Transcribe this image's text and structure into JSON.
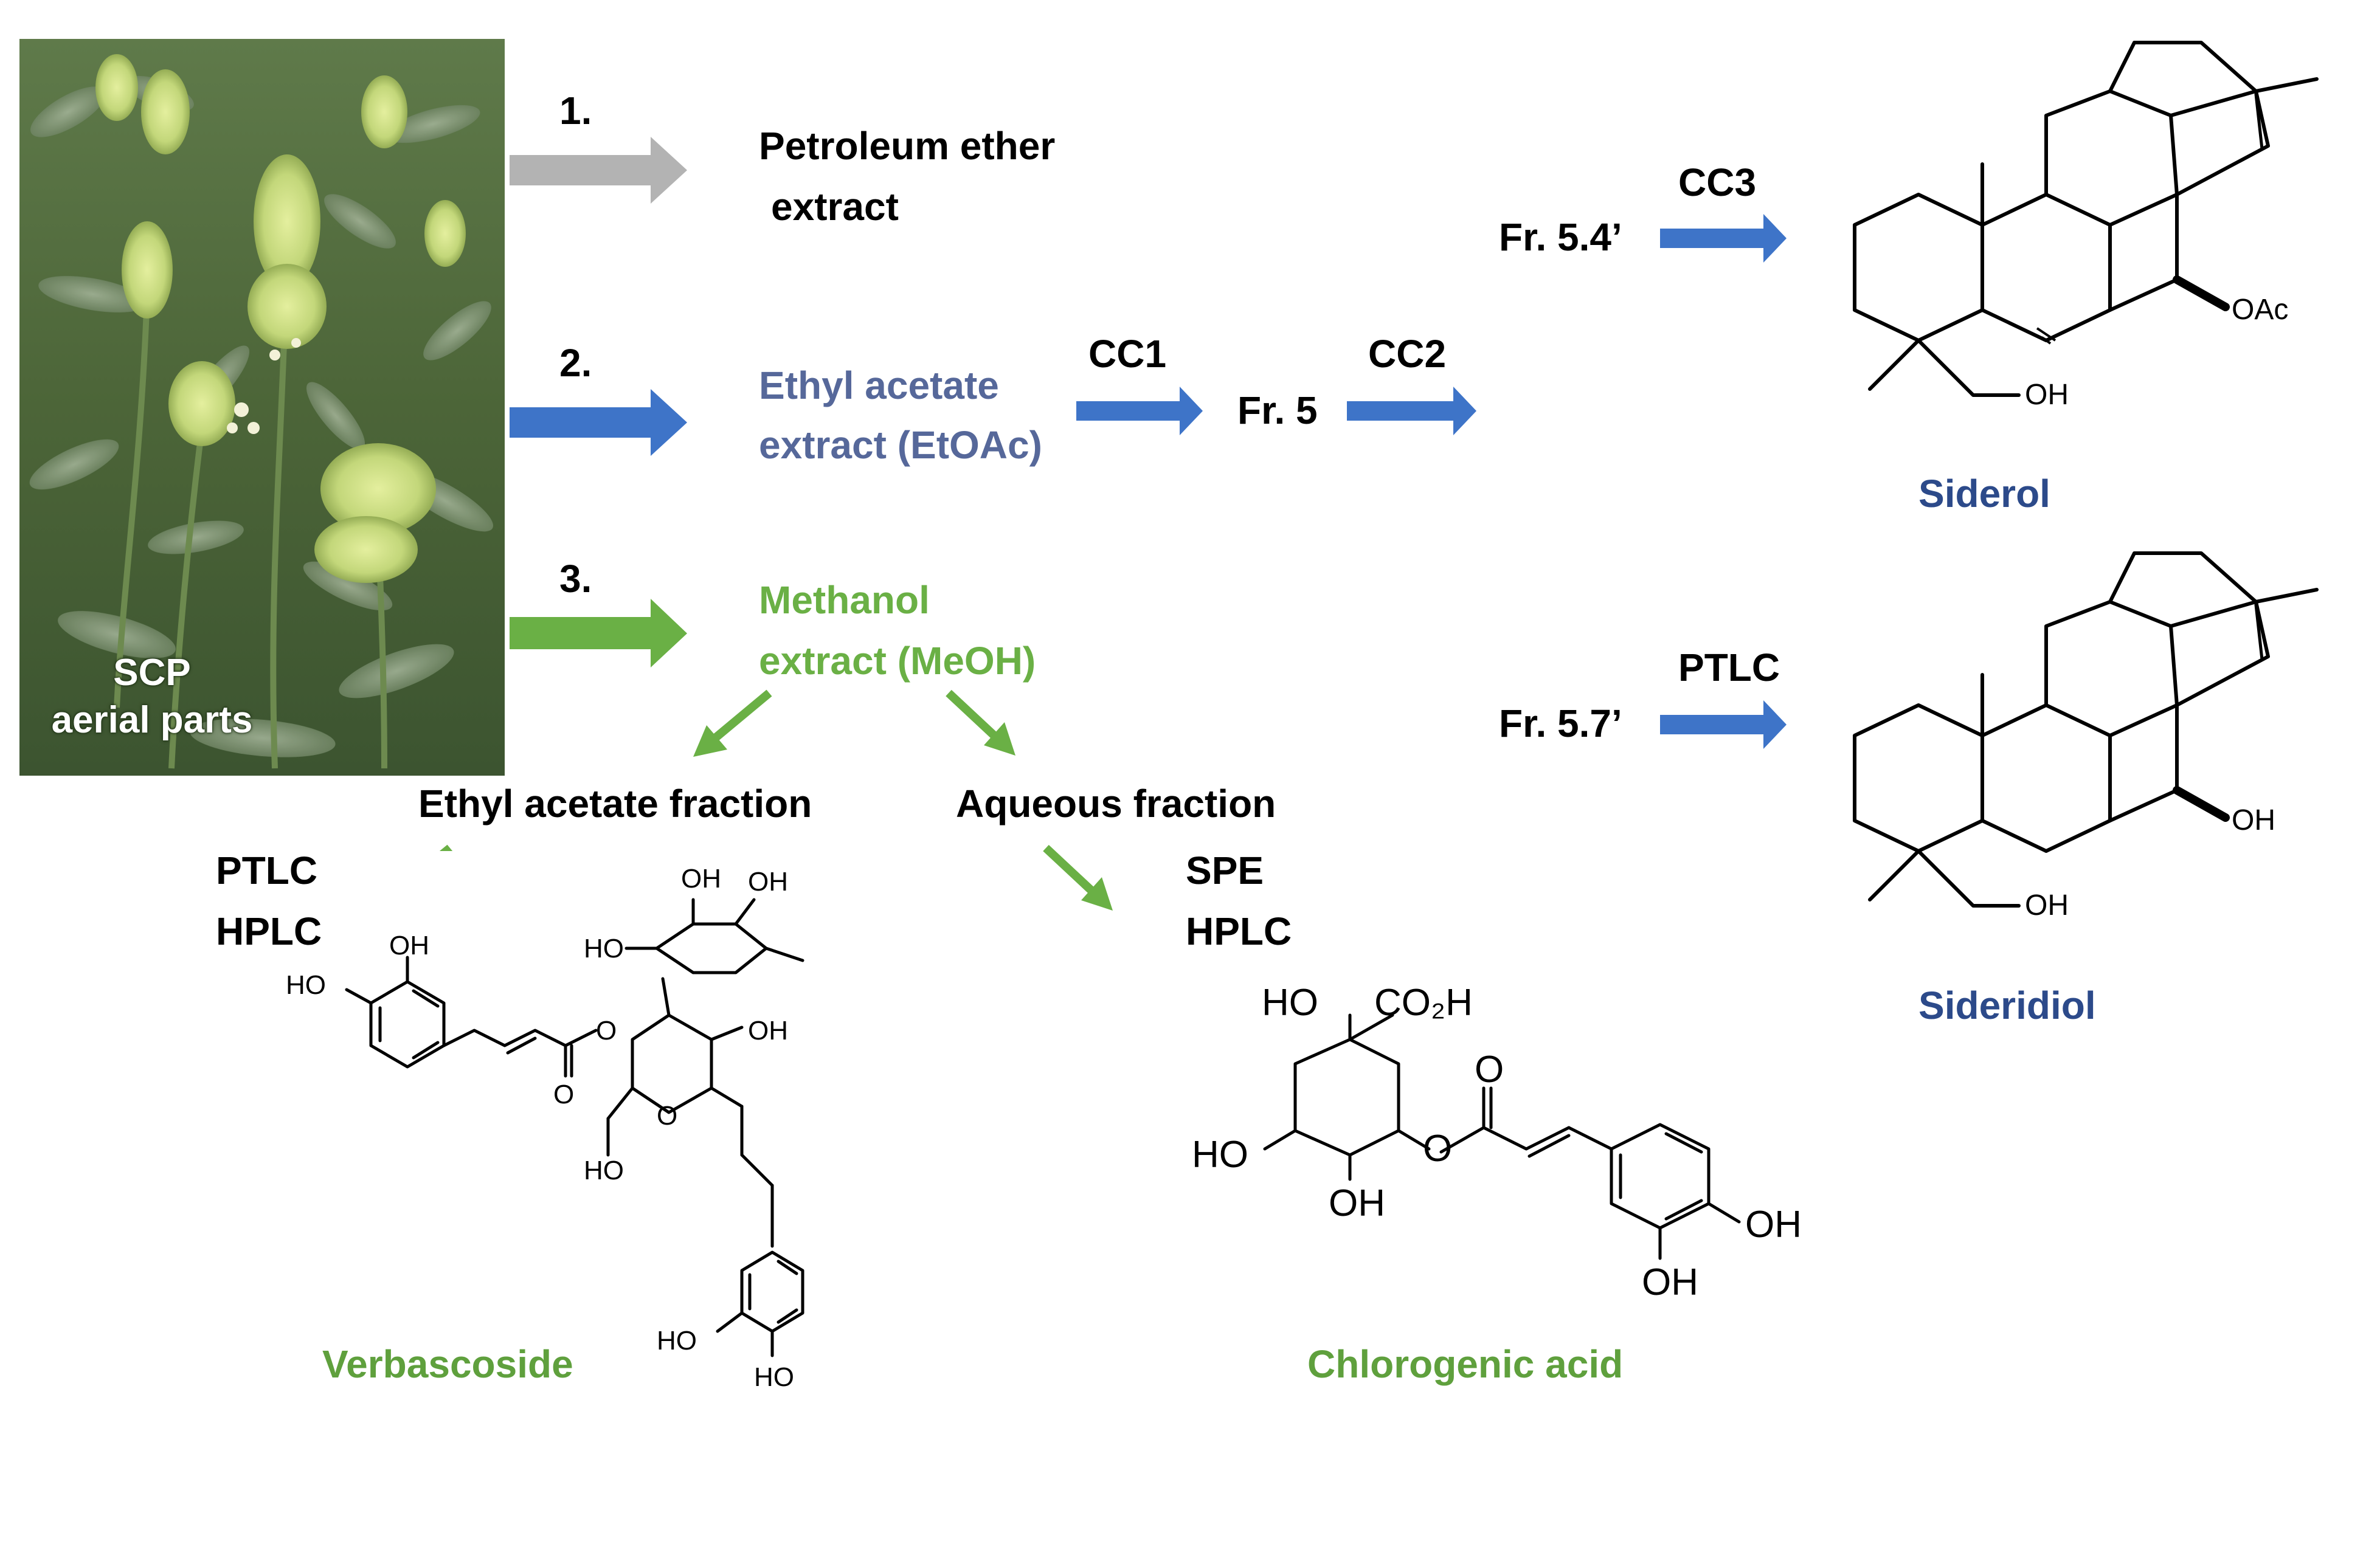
{
  "colors": {
    "grey_arrow": "#b3b3b3",
    "blue_arrow": "#3e74c8",
    "green_arrow": "#6ab045",
    "ethyl_acetate_text": "#56689a",
    "methanol_text": "#6ab045",
    "compound_blue": "#2c4a8a",
    "compound_green": "#5fa03d",
    "photo_foliage": "#4f6a3c",
    "photo_flower": "#cfe08a"
  },
  "photo": {
    "label_line1": "SCP",
    "label_line2": "aerial parts"
  },
  "steps": {
    "step1": "1.",
    "step2": "2.",
    "step3": "3."
  },
  "extracts": {
    "petroleum_line1": "Petroleum ether",
    "petroleum_line2": "extract",
    "ethyl_line1": "Ethyl acetate",
    "ethyl_line2": "extract (EtOAc)",
    "methanol_line1": "Methanol",
    "methanol_line2": "extract (MeOH)"
  },
  "fractions": {
    "ethyl_acetate_fraction": "Ethyl acetate fraction",
    "aqueous_fraction": "Aqueous fraction",
    "fr5": "Fr. 5",
    "fr54": "Fr. 5.4’",
    "fr57": "Fr. 5.7’"
  },
  "methods": {
    "cc1": "CC1",
    "cc2": "CC2",
    "cc3": "CC3",
    "ptlc_top": "PTLC",
    "left_ptlc": "PTLC",
    "left_hplc": "HPLC",
    "right_spe": "SPE",
    "right_hplc": "HPLC"
  },
  "compounds": {
    "siderol": "Siderol",
    "sideridiol": "Sideridiol",
    "verbascoside": "Verbascoside",
    "chlorogenic_acid": "Chlorogenic acid"
  },
  "structure_labels": {
    "oac": "OAc",
    "oh": "OH",
    "ho": "HO",
    "o": "O",
    "co2h": "CO₂H"
  }
}
